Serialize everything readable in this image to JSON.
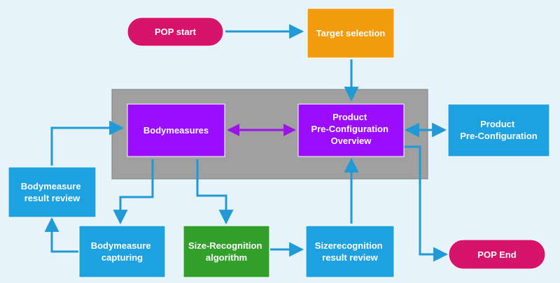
{
  "colors": {
    "background": "#e6f3fb",
    "connector": "#1f9ad6",
    "bidirectional_connector": "#9c14e8",
    "terminal": "#d7146c",
    "decision": "#f29b0c",
    "core_process": "#9a0dff",
    "process": "#1da1e0",
    "algorithm": "#33a02c",
    "group_frame": "#a0a0a0"
  },
  "nodes": {
    "pop_start": {
      "label": "POP start"
    },
    "target_selection": {
      "label": "Target selection"
    },
    "bodymeasures": {
      "label": "Bodymeasures"
    },
    "product_overview": {
      "lines": [
        "Product",
        "Pre-Configuration",
        "Overview"
      ]
    },
    "product_preconfig": {
      "lines": [
        "Product",
        "Pre-Configuration"
      ]
    },
    "bodymeasure_review": {
      "lines": [
        "Bodymeasure",
        "result review"
      ]
    },
    "bodymeasure_capturing": {
      "lines": [
        "Bodymeasure",
        "capturing"
      ]
    },
    "size_recognition_algorithm": {
      "lines": [
        "Size-Recognition",
        "algorithm"
      ]
    },
    "sizerecognition_review": {
      "lines": [
        "Sizerecognition",
        "result review"
      ]
    },
    "pop_end": {
      "label": "POP End"
    }
  }
}
